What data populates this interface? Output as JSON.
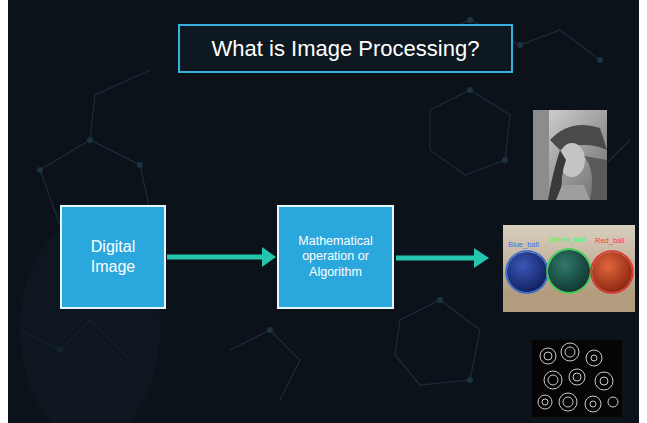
{
  "diagram": {
    "title": "What is Image Processing?",
    "nodes": [
      {
        "text": [
          "Digital Image"
        ]
      },
      {
        "text": [
          "Mathematical operation or Algorithm"
        ]
      }
    ],
    "edges": [
      {
        "from": 0,
        "to": 1,
        "arrow": "to"
      }
    ],
    "labels": [
      "Blue_ball",
      "Green_ball",
      "Red_ball"
    ]
  }
}
